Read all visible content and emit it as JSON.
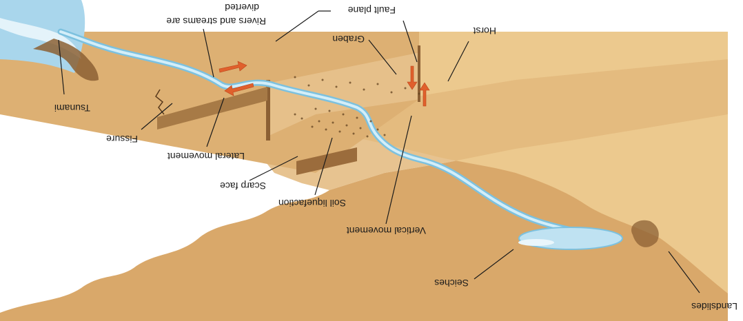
{
  "orientation": "upside-down",
  "colors": {
    "sky": "#ffffff",
    "land_light": "#ecc98e",
    "land_mid": "#ddb073",
    "land_dark": "#c8955a",
    "cliff": "#a77a46",
    "water": "#bfe2f2",
    "water_edge": "#7cc1df",
    "sea": "#a9d6ec",
    "arrow": "#e0602c",
    "text": "#1a1a1a"
  },
  "labels": {
    "landslides": "Landslides",
    "seiches": "Seiches",
    "vertical_movement": "Vertical movement",
    "soil_liquefaction": "Soil liquefaction",
    "scarp_face": "Scarp face",
    "lateral_movement": "Lateral movement",
    "fissure": "Fissure",
    "tsunami": "Tsunami",
    "rivers_streams": "Rivers and streams are",
    "diverted": "diverted",
    "fault_plane": "Fault plane",
    "graben": "Graben",
    "horst": "Horst"
  }
}
